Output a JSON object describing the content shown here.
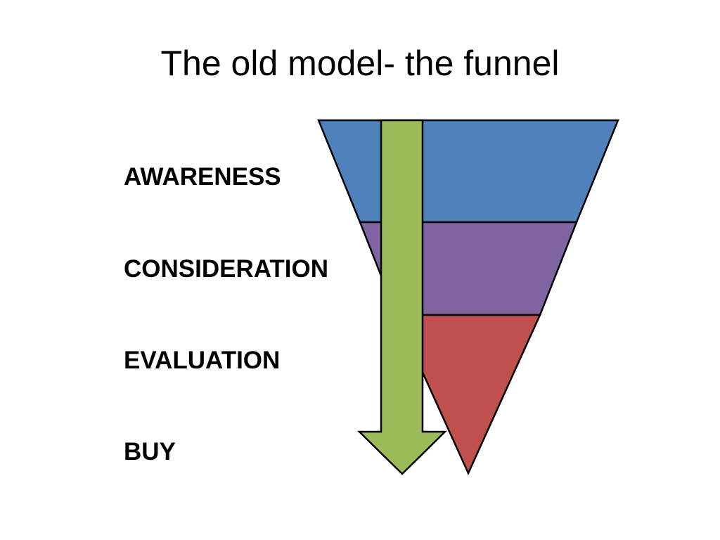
{
  "slide": {
    "title": "The old model- the funnel"
  },
  "stages": [
    {
      "label": "AWARENESS",
      "color": "#4F81BD"
    },
    {
      "label": "CONSIDERATION",
      "color": "#8064A2"
    },
    {
      "label": "EVALUATION",
      "color": "#C0504D"
    },
    {
      "label": "BUY"
    }
  ],
  "arrow": {
    "direction": "down",
    "color": "#9BBB59"
  },
  "outline_color": "#000000"
}
